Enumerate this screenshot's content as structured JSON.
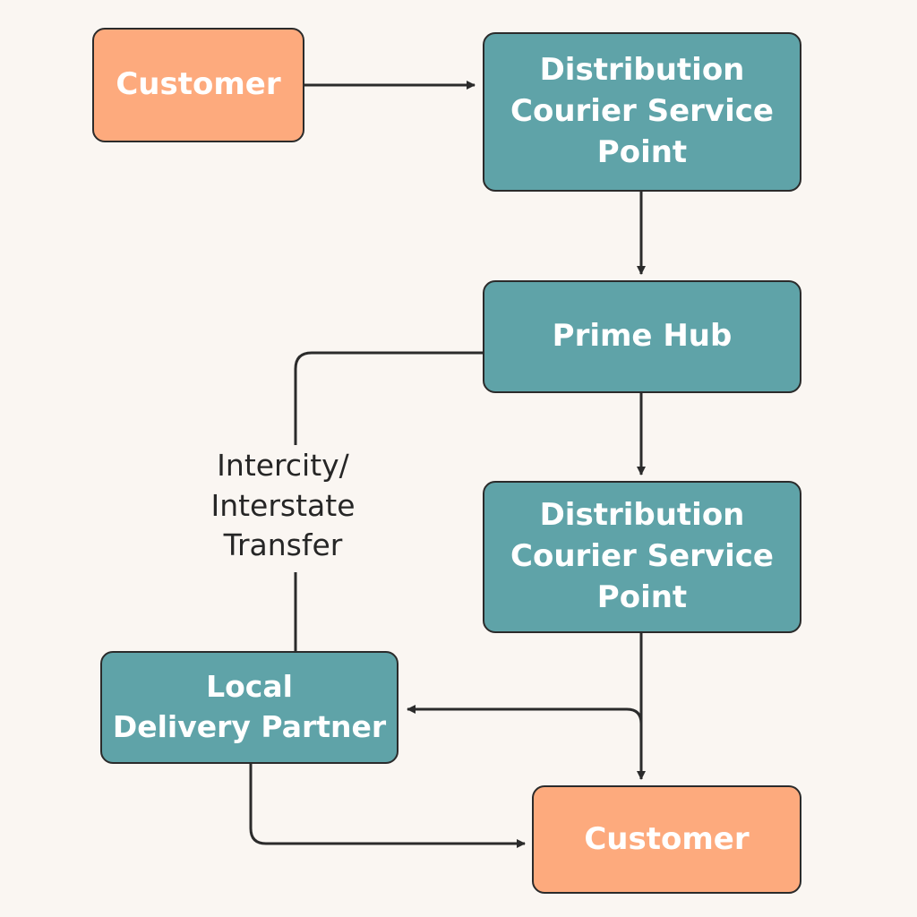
{
  "diagram": {
    "nodes": {
      "customer_top": "Customer",
      "dcsp_top": "Distribution\nCourier Service\nPoint",
      "prime_hub": "Prime Hub",
      "dcsp_bottom": "Distribution\nCourier Service\nPoint",
      "local_delivery_partner": "Local\nDelivery Partner",
      "customer_bottom": "Customer"
    },
    "edge_labels": {
      "intercity_transfer": "Intercity/\nInterstate\nTransfer"
    },
    "colors": {
      "customer_fill": "#fdaa7d",
      "hub_fill": "#5fa3a8",
      "stroke": "#2b2b2b",
      "background": "#faf6f2"
    }
  }
}
